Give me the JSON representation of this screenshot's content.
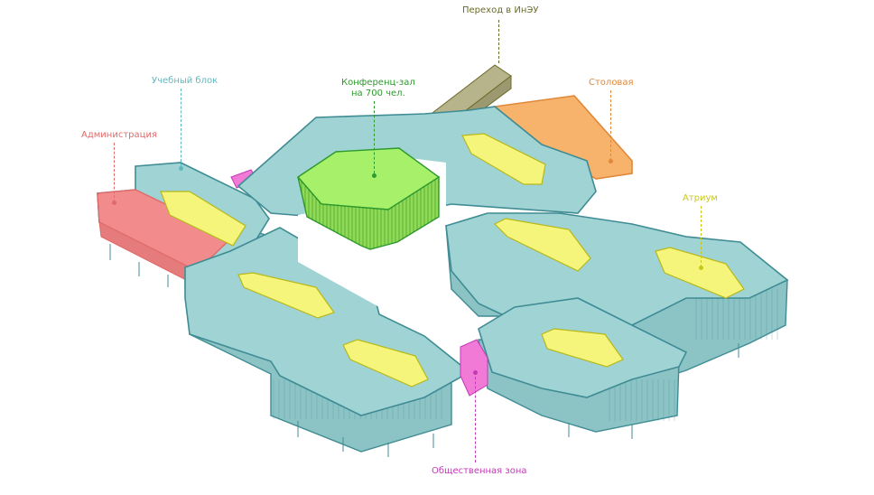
{
  "labels": {
    "transition": "Переход в ИнЭУ",
    "study_block": "Учебный блок",
    "conference": "Конференц-зал\nна 700 чел.",
    "canteen": "Столовая",
    "administration": "Администрация",
    "atrium": "Атриум",
    "public_zone": "Общественная зона"
  },
  "colors": {
    "building": "#9fd3d4",
    "building_stroke": "#3f8c94",
    "atrium": "#f4f57a",
    "administration": "#f28c8c",
    "conference": "#a6f06a",
    "canteen": "#f7b36b",
    "transition": "#b7b38a",
    "public_zone": "#f07ad6",
    "label_transition": "#6b6b2a",
    "label_study": "#5fb8bf",
    "label_conference": "#2e9a2e",
    "label_canteen": "#e0883a",
    "label_administration": "#e06a6a",
    "label_atrium": "#c8c81e",
    "label_public": "#c23ab5"
  }
}
